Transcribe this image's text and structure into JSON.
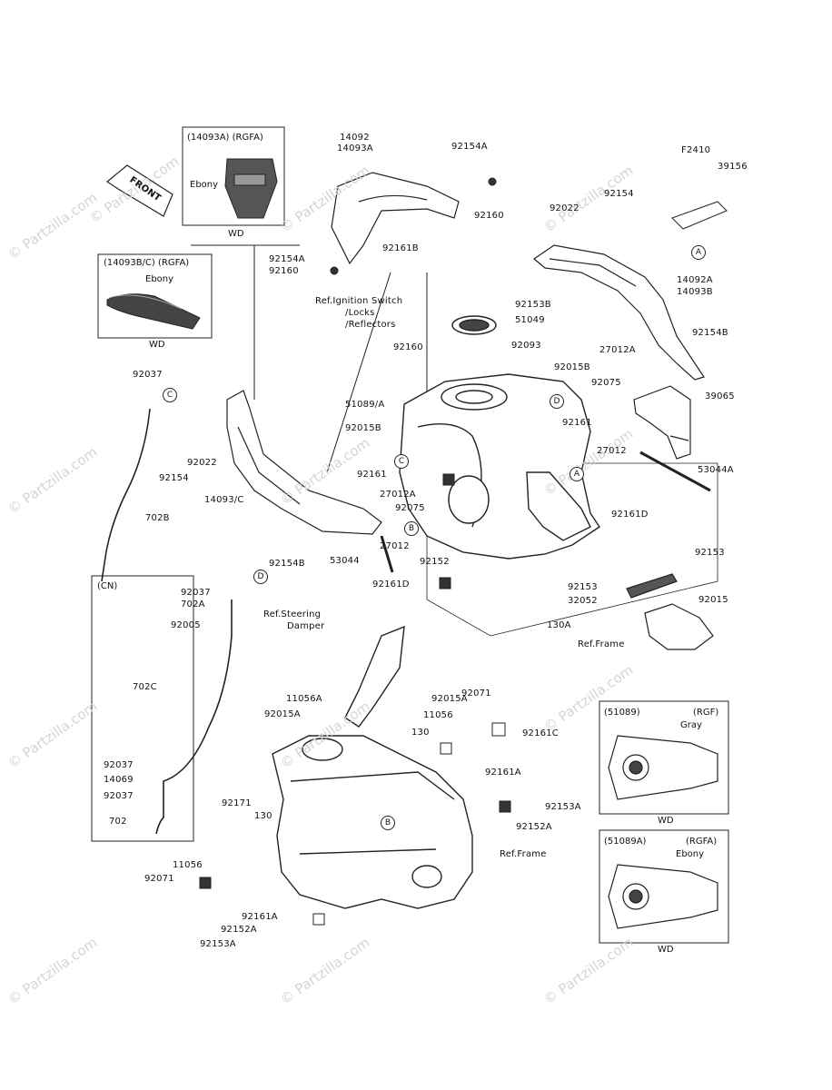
{
  "watermark": "© Partzilla.com",
  "front_label": "FRONT",
  "figure_code": "F2410",
  "inset_top": {
    "title": "(14093A) (RGFA)",
    "color": "Ebony",
    "tag": "WD"
  },
  "inset_mid": {
    "title": "(14093B/C) (RGFA)",
    "color": "Ebony",
    "tag": "WD"
  },
  "inset_cn": {
    "title": "(CN)"
  },
  "inset_51089": {
    "title": "(51089)",
    "variant": "(RGF)",
    "color": "Gray",
    "tag": "WD"
  },
  "inset_51089a": {
    "title": "(51089A)",
    "variant": "(RGFA)",
    "color": "Ebony",
    "tag": "WD"
  },
  "refs": {
    "ignition": "Ref.Ignition Switch",
    "locks": "/Locks",
    "reflectors": "/Reflectors",
    "steering1": "Ref.Steering",
    "steering2": "Damper",
    "frame1": "Ref.Frame",
    "frame2": "Ref.Frame"
  },
  "callouts": {
    "a": "A",
    "b": "B",
    "c": "C",
    "d": "D"
  },
  "labels": [
    "14092",
    "14093A",
    "92154A",
    "92160",
    "92161B",
    "92154A",
    "92160",
    "39156",
    "92154",
    "92022",
    "14092A",
    "14093B",
    "92153B",
    "51049",
    "92160",
    "92093",
    "92154B",
    "27012A",
    "92015B",
    "92075",
    "39065",
    "51089/A",
    "92161",
    "92037",
    "92015B",
    "92022",
    "27012",
    "53044A",
    "92154",
    "92161",
    "27012A",
    "14093/C",
    "92075",
    "92161D",
    "702B",
    "92154B",
    "53044",
    "27012",
    "92152",
    "92161D",
    "92153",
    "92037",
    "702A",
    "92005",
    "92153",
    "32052",
    "92015",
    "130A",
    "702C",
    "11056A",
    "92015A",
    "92015A",
    "92071",
    "11056",
    "130",
    "92161C",
    "92037",
    "14069",
    "92037",
    "702",
    "92161A",
    "92153A",
    "92171",
    "130",
    "92152A",
    "11056",
    "92071",
    "92161A",
    "92152A",
    "92153A"
  ]
}
